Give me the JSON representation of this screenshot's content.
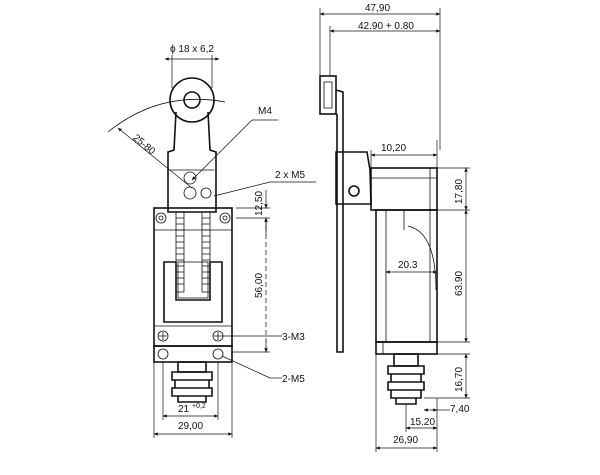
{
  "front_view": {
    "roller_label": "ϕ 18 x 6,2",
    "arm_angle_label": "25-80",
    "screw_m4_label": "M4",
    "screw_m5_label": "2 x M5",
    "dim_12_50": "12,50",
    "dim_56_00": "56,00",
    "mount_m3_label": "3-M3",
    "mount_m5_label": "2-M5",
    "dim_21": "21",
    "dim_21_tol": "+0,2",
    "dim_29_00": "29,00"
  },
  "side_view": {
    "dim_47_90": "47,90",
    "dim_42_90": "42.90 + 0.80",
    "dim_10_20": "10,20",
    "dim_17_80": "17,80",
    "dim_20_3": "20.3",
    "dim_63_90": "63.90",
    "dim_16_70": "16,70",
    "dim_7_40": "7,40",
    "dim_15_20": "15.20",
    "dim_26_90": "26,90"
  }
}
